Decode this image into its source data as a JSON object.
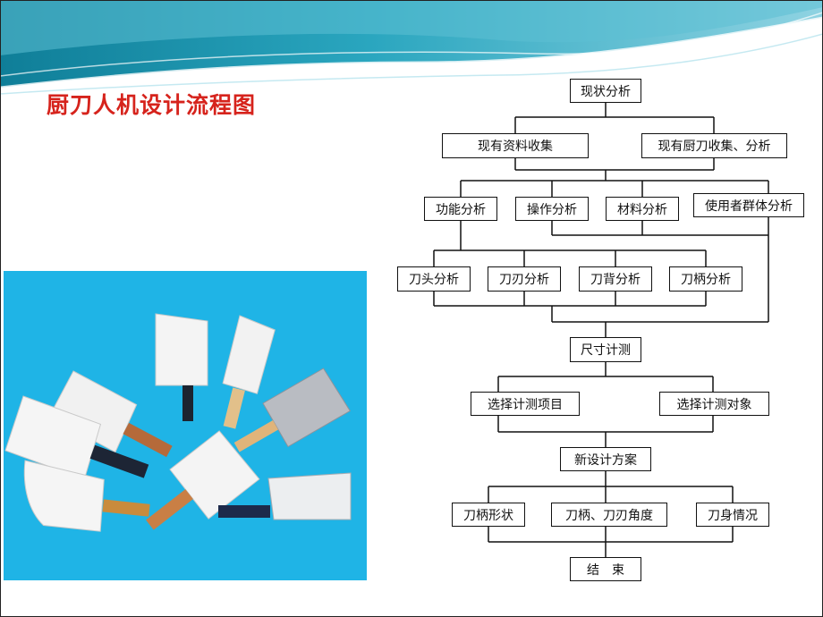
{
  "title": "厨刀人机设计流程图",
  "colors": {
    "title": "#d6231c",
    "banner_teal": "#1e8fa6",
    "photo_bg": "#1fb4e6"
  },
  "flowchart": {
    "current_analysis": "现状分析",
    "existing_data": "现有资料收集",
    "existing_knives": "现有厨刀收集、分析",
    "function_analysis": "功能分析",
    "operation_analysis": "操作分析",
    "material_analysis": "材料分析",
    "user_group_analysis": "使用者群体分析",
    "blade_head": "刀头分析",
    "blade_edge": "刀刃分析",
    "blade_back": "刀背分析",
    "handle": "刀柄分析",
    "measurement": "尺寸计测",
    "select_items": "选择计测项目",
    "select_subjects": "选择计测对象",
    "new_design": "新设计方案",
    "handle_shape": "刀柄形状",
    "handle_edge_angle": "刀柄、刀刃角度",
    "blade_body": "刀身情况",
    "end": "结　束"
  }
}
